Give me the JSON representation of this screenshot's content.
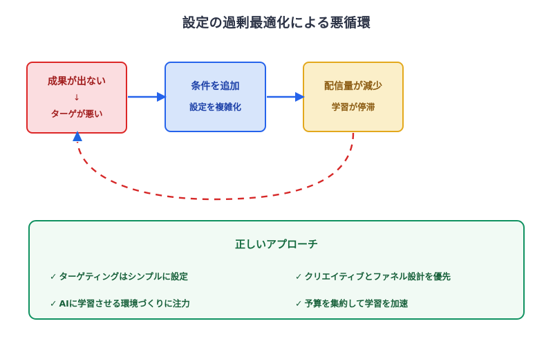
{
  "page": {
    "title": "設定の過剰最適化による悪循環",
    "background": "#ffffff"
  },
  "flow": {
    "boxes": [
      {
        "id": "box-problem",
        "main": "成果が出ない",
        "arrow_glyph": "↓",
        "sub": "ターゲが悪い",
        "border_color": "#dc2626",
        "fill_color": "#fbdde0",
        "text_color": "#a01c1c"
      },
      {
        "id": "box-add-conditions",
        "main": "条件を追加",
        "sub": "設定を複雑化",
        "border_color": "#2563eb",
        "fill_color": "#d7e5fb",
        "text_color": "#1c40a8"
      },
      {
        "id": "box-delivery-drop",
        "main": "配信量が減少",
        "sub": "学習が停滞",
        "border_color": "#e3a81c",
        "fill_color": "#fbefc9",
        "text_color": "#8a5a10"
      }
    ],
    "connectors": [
      {
        "id": "arrow-1",
        "from": "box-problem",
        "to": "box-add-conditions",
        "style": "solid",
        "color": "#2563eb"
      },
      {
        "id": "arrow-2",
        "from": "box-add-conditions",
        "to": "box-delivery-drop",
        "style": "solid",
        "color": "#2563eb"
      },
      {
        "id": "feedback-loop",
        "from": "box-delivery-drop",
        "to": "box-problem",
        "style": "dashed",
        "color": "#d62828",
        "arrowhead_color": "#1f66e0"
      }
    ]
  },
  "approach": {
    "title": "正しいアプローチ",
    "border_color": "#0f9160",
    "fill_color": "#f1faf4",
    "text_color": "#17603a",
    "check_glyph": "✓",
    "columns": [
      {
        "items": [
          "ターゲティングはシンプルに設定",
          "AIに学習させる環境づくりに注力"
        ]
      },
      {
        "items": [
          "クリエイティブとファネル設計を優先",
          "予算を集約して学習を加速"
        ]
      }
    ]
  }
}
